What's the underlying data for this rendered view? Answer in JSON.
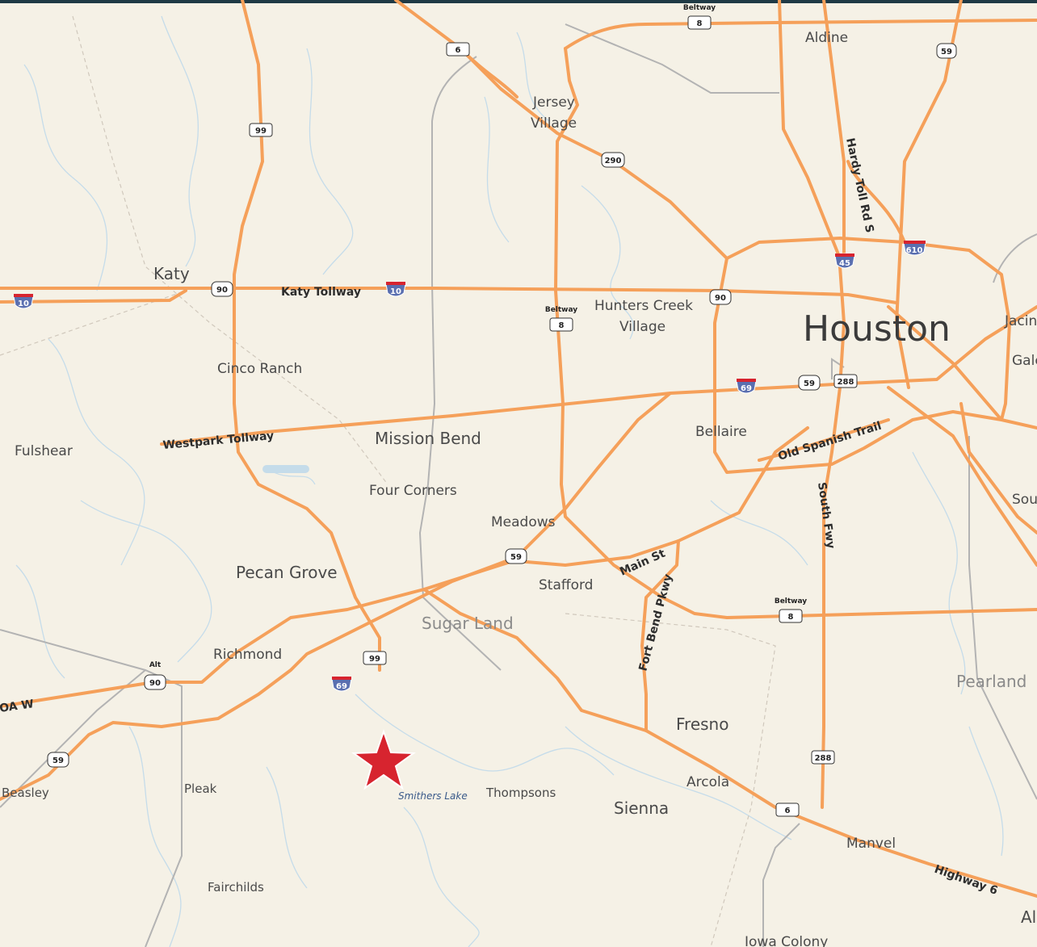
{
  "places": {
    "katy": "Katy",
    "aldine": "Aldine",
    "jersey": "Jersey",
    "village": "Village",
    "hunters_creek": "Hunters Creek",
    "hunters_village": "Village",
    "houston": "Houston",
    "jacin": "Jacin",
    "gale": "Gale",
    "sou": "Sou",
    "cinco_ranch": "Cinco Ranch",
    "fulshear": "Fulshear",
    "mission_bend": "Mission Bend",
    "bellaire": "Bellaire",
    "four_corners": "Four Corners",
    "meadows": "Meadows",
    "pecan_grove": "Pecan Grove",
    "stafford": "Stafford",
    "sugar_land": "Sugar Land",
    "richmond": "Richmond",
    "pearland": "Pearland",
    "fresno": "Fresno",
    "arcola": "Arcola",
    "thompsons": "Thompsons",
    "sienna": "Sienna",
    "pleak": "Pleak",
    "beasley": "Beasley",
    "manvel": "Manvel",
    "fairchilds": "Fairchilds",
    "iowa_colony": "Iowa Colony",
    "al": "Al",
    "smithers_lake": "Smithers Lake"
  },
  "roads": {
    "katy_tollway": "Katy Tollway",
    "westpark_tollway": "Westpark Tollway",
    "old_spanish_trail": "Old Spanish Trail",
    "main_st": "Main St",
    "fort_bend_pkwy": "Fort Bend Pkwy",
    "south_fwy": "South Fwy",
    "hardy_toll_rd": "Hardy Toll Rd S",
    "highway_6": "Highway 6",
    "oa_w": "OA W"
  },
  "shields": {
    "beltway": "Beltway",
    "alt": "Alt",
    "s6": "6",
    "s8": "8",
    "s59": "59",
    "s99": "99",
    "s290": "290",
    "s90": "90",
    "s10": "10",
    "s45": "45",
    "s610": "610",
    "s69": "69",
    "s288": "288"
  },
  "marker": {
    "name": "star-marker",
    "color": "#d7242f"
  },
  "colors": {
    "background": "#f5f1e6",
    "highway": "#f5a05a",
    "minor_road": "#b0b0b0",
    "water": "#c5dcea",
    "interstate_shield": "#5a6fb0"
  }
}
